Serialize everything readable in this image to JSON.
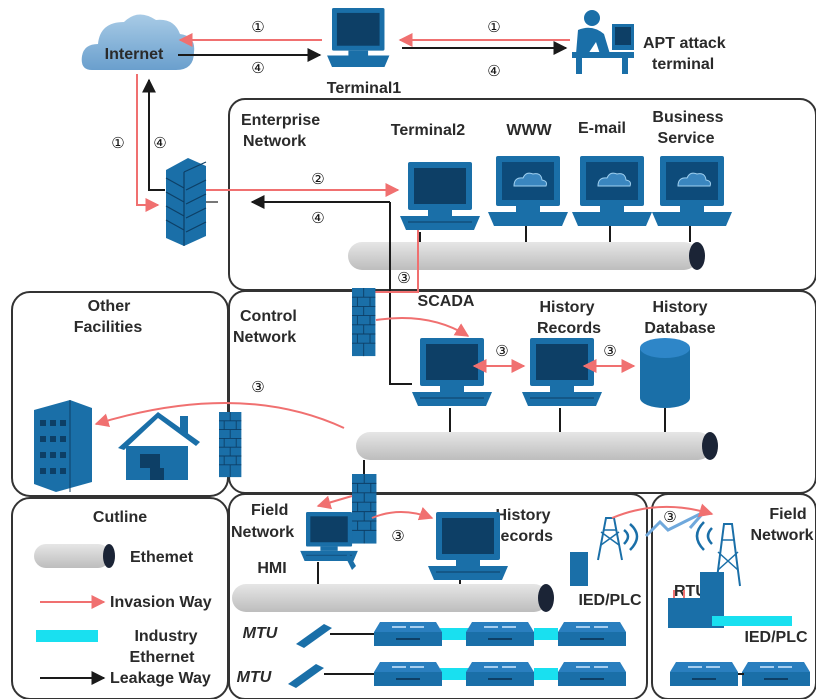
{
  "labels": {
    "internet": "Internet",
    "terminal1": "Terminal1",
    "apt_line1": "APT attack",
    "apt_line2": "terminal",
    "enterprise_line1": "Enterprise",
    "enterprise_line2": "Network",
    "terminal2": "Terminal2",
    "www": "WWW",
    "email": "E-mail",
    "business_line1": "Business",
    "business_line2": "Service",
    "other_line1": "Other",
    "other_line2": "Facilities",
    "control_line1": "Control",
    "control_line2": "Network",
    "scada": "SCADA",
    "history_records_line1": "History",
    "history_records_line2": "Records",
    "history_db_line1": "History",
    "history_db_line2": "Database",
    "field_line1": "Field",
    "field_line2": "Network",
    "hmi": "HMI",
    "field_history_line1": "History",
    "field_history_line2": "Records",
    "ied_plc": "IED/PLC",
    "field2_line1": "Field",
    "field2_line2": "Network",
    "rtu": "RTU",
    "ied_plc2": "IED/PLC",
    "mtu1": "MTU",
    "mtu2": "MTU"
  },
  "steps": {
    "s1": "①",
    "s2": "②",
    "s3": "③",
    "s4": "④"
  },
  "legend": {
    "title": "Cutline",
    "ethernet": "Ethemet",
    "invasion": "Invasion Way",
    "industry_line1": "Industry",
    "industry_line2": "Ethernet",
    "leakage": "Leakage Way"
  },
  "colors": {
    "invasion": "#f07070",
    "leakage": "#1a1a1a",
    "device_blue": "#1a6fa8",
    "industry_ethernet": "#19e0f0",
    "bus_gray": "#d2d2d2"
  }
}
